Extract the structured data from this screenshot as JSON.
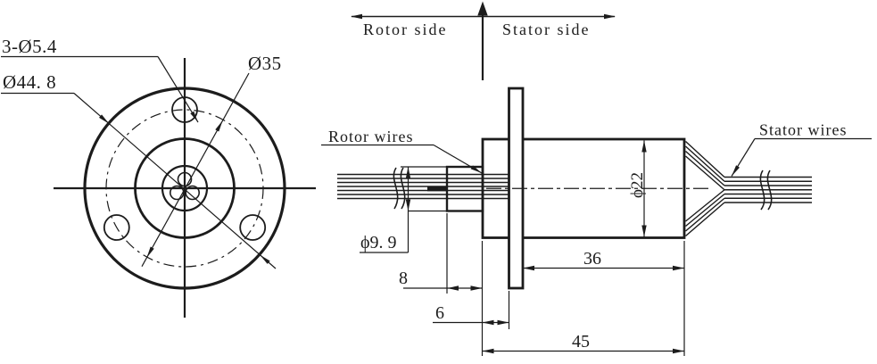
{
  "front_view": {
    "bolt_holes_label": "3-Ø5.4",
    "flange_diameter_label": "Ø44. 8",
    "bolt_circle_label": "Ø35"
  },
  "side_view": {
    "rotor_side_label": "Rotor side",
    "stator_side_label": "Stator side",
    "rotor_wires_label": "Rotor wires",
    "stator_wires_label": "Stator wires",
    "shaft_diameter_label": "ϕ9. 9",
    "body_diameter_label": "ϕ22",
    "shaft_length_label": "8",
    "boss_length_label": "6",
    "body_length_label": "36",
    "overall_length_label": "45"
  },
  "colors": {
    "ink": "#1c1c1c",
    "paper": "#ffffff"
  }
}
